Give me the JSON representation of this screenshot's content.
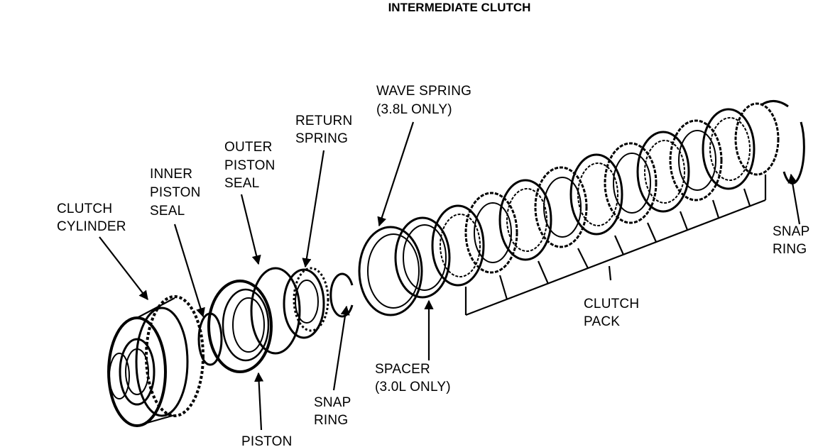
{
  "title": "INTERMEDIATE CLUTCH",
  "labels": {
    "clutch_cylinder": [
      "CLUTCH",
      "CYLINDER"
    ],
    "inner_piston_seal": [
      "INNER",
      "PISTON",
      "SEAL"
    ],
    "outer_piston_seal": [
      "OUTER",
      "PISTON",
      "SEAL"
    ],
    "return_spring": [
      "RETURN",
      "SPRING"
    ],
    "wave_spring": [
      "WAVE SPRING",
      "(3.8L ONLY)"
    ],
    "snap_ring_front": [
      "SNAP",
      "RING"
    ],
    "snap_ring_rear": [
      "SNAP",
      "RING"
    ],
    "clutch_pack": [
      "CLUTCH",
      "PACK"
    ],
    "spacer": [
      "SPACER",
      "(3.0L ONLY)"
    ],
    "piston": [
      "PISTON"
    ]
  }
}
